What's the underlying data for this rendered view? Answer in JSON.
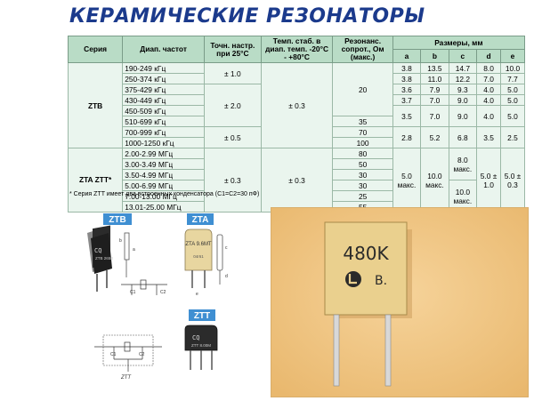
{
  "title": "КЕРАМИЧЕСКИЕ РЕЗОНАТОРЫ",
  "table": {
    "headers": {
      "series": "Серия",
      "freq_range": "Диап. частот",
      "accuracy": "Точн. настр. при 25°С",
      "temp_stab": "Темп. стаб. в диап. темп. -20°С - +80°С",
      "resonant_res": "Резонанс. сопрот., Ом (макс.)",
      "dimensions": "Размеры, мм",
      "dim_a": "a",
      "dim_b": "b",
      "dim_c": "c",
      "dim_d": "d",
      "dim_e": "e"
    },
    "ztb": {
      "series": "ZTB",
      "freqs": [
        "190-249 кГц",
        "250-374 кГц",
        "375-429 кГц",
        "430-449 кГц",
        "450-509 кГц",
        "510-699 кГц",
        "700-999 кГц",
        "1000-1250 кГц"
      ],
      "acc_1": "± 1.0",
      "acc_2": "± 2.0",
      "acc_3": "± 0.5",
      "temp": "± 0.3",
      "res": [
        "20",
        "35",
        "70",
        "100"
      ],
      "dims": [
        [
          "3.8",
          "13.5",
          "14.7",
          "8.0",
          "10.0"
        ],
        [
          "3.8",
          "11.0",
          "12.2",
          "7.0",
          "7.7"
        ],
        [
          "3.6",
          "7.9",
          "9.3",
          "4.0",
          "5.0"
        ],
        [
          "3.7",
          "7.0",
          "9.0",
          "4.0",
          "5.0"
        ],
        [
          "3.5",
          "7.0",
          "9.0",
          "4.0",
          "5.0"
        ],
        [
          "2.8",
          "5.2",
          "6.8",
          "3.5",
          "2.5"
        ]
      ]
    },
    "zta": {
      "series": "ZTA ZTT*",
      "freqs": [
        "2.00-2.99 МГц",
        "3.00-3.49 МГц",
        "3.50-4.99 МГц",
        "5.00-6.99 МГц",
        "7.00-13.00 МГц",
        "13.01-25.00 МГц"
      ],
      "acc": "± 0.3",
      "temp": "± 0.3",
      "res": [
        "80",
        "50",
        "30",
        "30",
        "25",
        "55"
      ],
      "dim_a": "5.0 макс.",
      "dim_b": "10.0 макс.",
      "dim_c1": "8.0 макс.",
      "dim_c2": "10.0 макс.",
      "dim_d": "5.0 ± 1.0",
      "dim_e": "5.0 ± 0.3"
    }
  },
  "note": "* Серия ZTT имеет два встроенных конденсатора (C1=C2=30 пФ)",
  "diagram": {
    "label_ztb": "ZTB",
    "label_zta": "ZTA",
    "label_ztt": "ZTT",
    "ztb_body": "ZTB 265B",
    "zta_body": "ZTA 9.6MT",
    "ztt_body": "ZTT 8.00M",
    "zta_code": "04r61",
    "ztt_circuit": "ZTT",
    "dim_a": "a",
    "dim_b": "b",
    "dim_c": "c",
    "dim_d": "d",
    "dim_e": "e",
    "c1": "C1",
    "c2": "C2"
  },
  "photo": {
    "marking_1": "480K",
    "marking_2": "B."
  }
}
